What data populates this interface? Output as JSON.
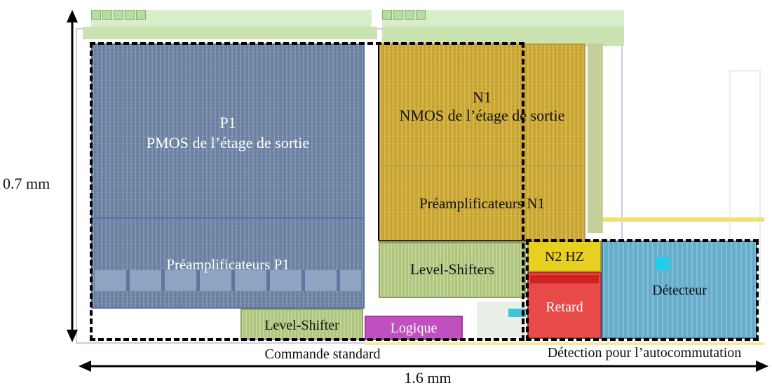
{
  "labels": {
    "p1_name": "P1",
    "p1_desc": "PMOS de l’étage de sortie",
    "n1_name": "N1",
    "n1_desc": "NMOS de l’étage de sortie",
    "preamp_n1": "Préamplificateurs N1",
    "preamp_p1": "Préamplificateurs P1",
    "level_shifters": "Level-Shifters",
    "level_shifter": "Level-Shifter",
    "logique": "Logique",
    "n2hz": "N2 HZ",
    "retard": "Retard",
    "detecteur": "Détecteur",
    "commande_standard": "Commande standard",
    "detection": "Détection pour l’autocommutation"
  },
  "dimensions": {
    "height": "0.7 mm",
    "width": "1.6 mm"
  },
  "colors": {
    "pmos": "#6f87a8",
    "nmos": "#d2ac33",
    "level_shifter": "#b7cf86",
    "logique": "#c050c0",
    "n2hz": "#e8d020",
    "retard": "#e84a4a",
    "detecteur": "#6eb6d4"
  }
}
